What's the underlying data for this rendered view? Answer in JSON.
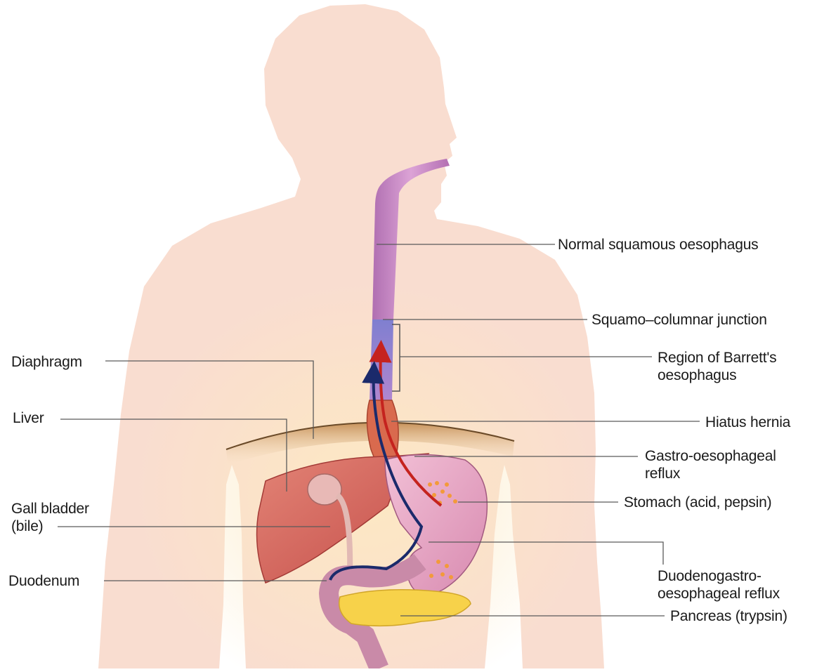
{
  "colors": {
    "skin": "#f9ddd0",
    "skin_glow": "#fbe8c8",
    "oesophagus": "#c987c6",
    "barrett": "#8e86d4",
    "hernia": "#d96a4e",
    "stomach": "#e9a6c6",
    "liver": "#d9655e",
    "gall_bladder": "#e8b9b6",
    "pancreas": "#f7d24a",
    "diaphragm": "#d9a968",
    "reflux_acid": "#c5231e",
    "reflux_bile": "#1b2a6b",
    "acid_dots": "#f39a3a",
    "leader_line": "#5a5a5a"
  },
  "labels": {
    "normal_oesophagus": "Normal squamous oesophagus",
    "squamo_junction": "Squamo–columnar junction",
    "barretts_region": "Region of Barrett's\noesophagus",
    "diaphragm": "Diaphragm",
    "liver": "Liver",
    "hiatus_hernia": "Hiatus hernia",
    "gastro_reflux": "Gastro-oesophageal\nreflux",
    "gall_bladder": "Gall bladder\n(bile)",
    "stomach": "Stomach (acid, pepsin)",
    "duodenum": "Duodenum",
    "duodeno_reflux": "Duodenogastro-\noesophageal reflux",
    "pancreas": "Pancreas (trypsin)"
  }
}
